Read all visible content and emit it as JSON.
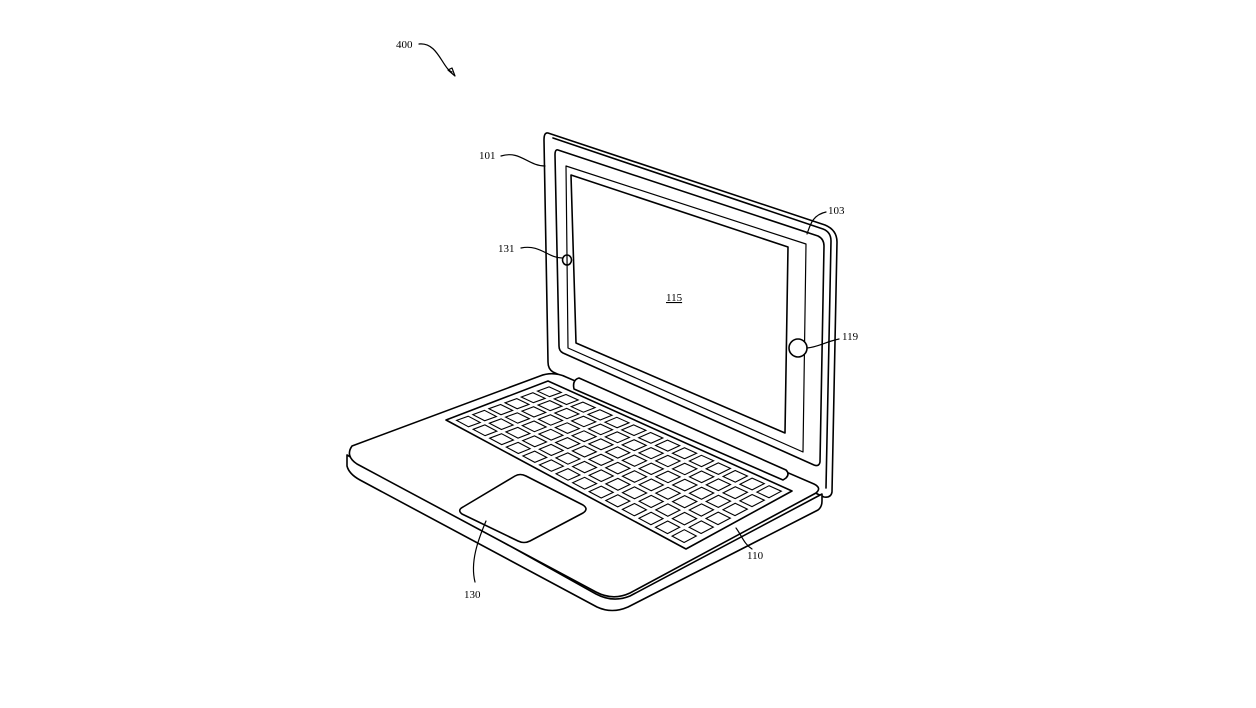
{
  "figure": {
    "ref_figure": "400",
    "ref_lid": "101",
    "ref_display_housing": "103",
    "ref_screen": "115",
    "ref_home_button": "119",
    "ref_camera": "131",
    "ref_keyboard": "110",
    "ref_trackpad": "130"
  }
}
